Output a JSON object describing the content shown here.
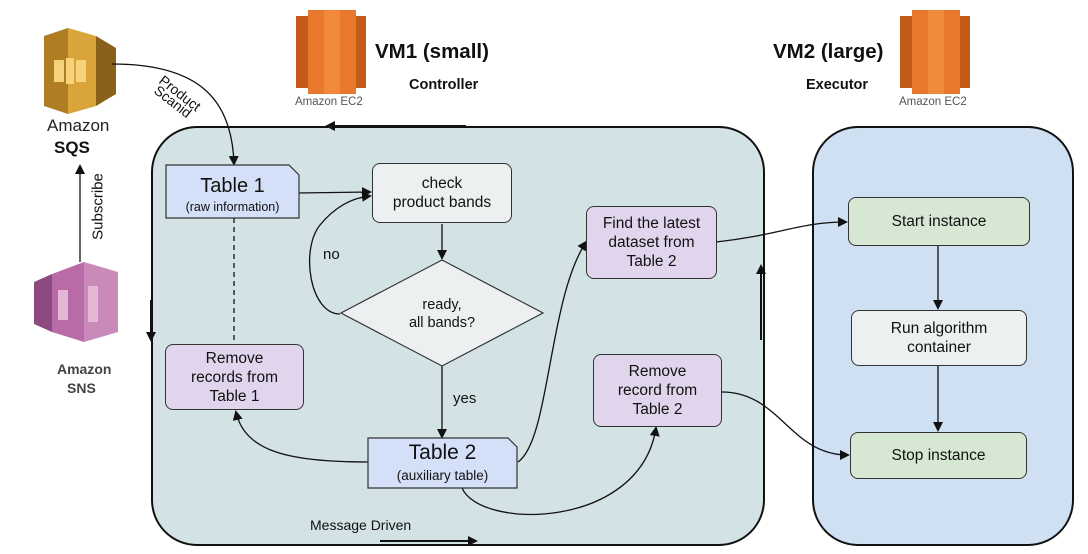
{
  "vm1": {
    "title": "VM1 (small)",
    "role": "Controller",
    "icon_caption": "Amazon EC2"
  },
  "vm2": {
    "title": "VM2 (large)",
    "role": "Executor",
    "icon_caption": "Amazon EC2"
  },
  "sqs": {
    "line1": "Amazon",
    "line2": "SQS"
  },
  "sns": {
    "line1": "Amazon",
    "line2": "SNS"
  },
  "edge_labels": {
    "subscribe": "Subscribe",
    "product": "Product",
    "scanid": "Scanid",
    "no": "no",
    "yes": "yes",
    "message_driven": "Message Driven"
  },
  "nodes": {
    "table1_title": "Table 1",
    "table1_sub": "(raw information)",
    "check": "check\nproduct bands",
    "decision": "ready,\nall bands?",
    "remove1": "Remove\nrecords from\nTable 1",
    "table2_title": "Table 2",
    "table2_sub": "(auxiliary table)",
    "find": "Find the latest\ndataset from\nTable 2",
    "remove2": "Remove\nrecord from\nTable 2",
    "start": "Start instance",
    "run": "Run algorithm\ncontainer",
    "stop": "Stop instance"
  },
  "colors": {
    "vm1_panel": "#d3e2e4",
    "vm2_panel": "#cfe0f3",
    "table_node": "#d3e0f7",
    "purple_node": "#e0d5ec",
    "grey_node": "#edf0f0",
    "green_node": "#d6e8d4",
    "ec2_orange": "#e8782a",
    "sqs_gold": "#d9a53a",
    "sns_pink": "#b86ba6"
  }
}
